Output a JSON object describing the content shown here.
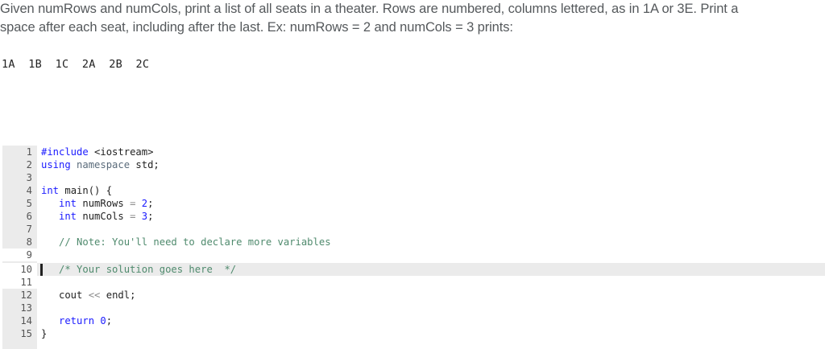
{
  "prompt": {
    "line1": "Given numRows and numCols, print a list of all seats in a theater. Rows are numbered, columns lettered, as in 1A or 3E. Print a",
    "line2": "space after each seat, including after the last. Ex: numRows = 2 and numCols = 3 prints:"
  },
  "example_output": "1A  1B  1C  2A  2B  2C",
  "editor": {
    "lines": [
      {
        "num": "1",
        "tokens": [
          {
            "t": "#include",
            "c": "kw"
          },
          {
            "t": " <iostream>",
            "c": "plain"
          }
        ]
      },
      {
        "num": "2",
        "tokens": [
          {
            "t": "using",
            "c": "kw"
          },
          {
            "t": " namespace",
            "c": "ns"
          },
          {
            "t": " std;",
            "c": "plain"
          }
        ]
      },
      {
        "num": "3",
        "tokens": []
      },
      {
        "num": "4",
        "tokens": [
          {
            "t": "int",
            "c": "kw"
          },
          {
            "t": " main() {",
            "c": "plain"
          }
        ]
      },
      {
        "num": "5",
        "tokens": [
          {
            "t": "   int",
            "c": "kw"
          },
          {
            "t": " numRows ",
            "c": "plain"
          },
          {
            "t": "=",
            "c": "op"
          },
          {
            "t": " 2",
            "c": "numlit"
          },
          {
            "t": ";",
            "c": "plain"
          }
        ]
      },
      {
        "num": "6",
        "tokens": [
          {
            "t": "   int",
            "c": "kw"
          },
          {
            "t": " numCols ",
            "c": "plain"
          },
          {
            "t": "=",
            "c": "op"
          },
          {
            "t": " 3",
            "c": "numlit"
          },
          {
            "t": ";",
            "c": "plain"
          }
        ]
      },
      {
        "num": "7",
        "tokens": []
      },
      {
        "num": "8",
        "tokens": [
          {
            "t": "   // Note: You'll need to declare more variables",
            "c": "cmt"
          }
        ]
      },
      {
        "num": "9",
        "tokens": []
      },
      {
        "num": "10",
        "tokens": [
          {
            "t": "   /* Your solution goes here  */",
            "c": "cmt"
          }
        ]
      },
      {
        "num": "11",
        "tokens": []
      },
      {
        "num": "12",
        "tokens": [
          {
            "t": "   cout ",
            "c": "plain"
          },
          {
            "t": "<<",
            "c": "op"
          },
          {
            "t": " endl;",
            "c": "plain"
          }
        ]
      },
      {
        "num": "13",
        "tokens": []
      },
      {
        "num": "14",
        "tokens": [
          {
            "t": "   return",
            "c": "kw"
          },
          {
            "t": " 0",
            "c": "numlit"
          },
          {
            "t": ";",
            "c": "plain"
          }
        ]
      },
      {
        "num": "15",
        "tokens": [
          {
            "t": "}",
            "c": "plain"
          }
        ]
      }
    ],
    "editable_lines": [
      9,
      10,
      11
    ],
    "active_line": 10
  }
}
